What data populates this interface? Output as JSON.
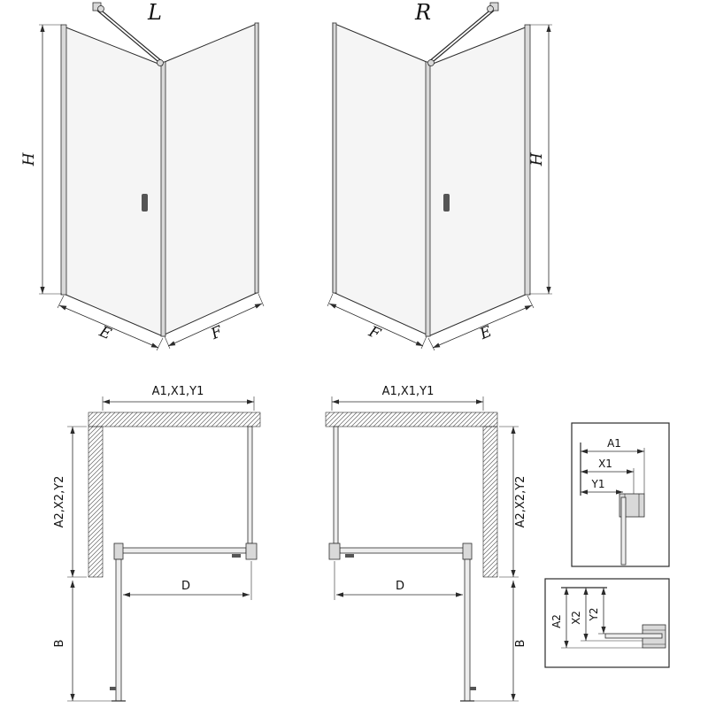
{
  "variants": {
    "left": "L",
    "right": "R"
  },
  "dims": {
    "height": "H",
    "door_panel": "E",
    "side_panel": "F",
    "width_combo": "A1,X1,Y1",
    "depth_combo": "A2,X2,Y2",
    "opening_width": "D",
    "door_projection": "B",
    "a1": "A1",
    "x1": "X1",
    "y1": "Y1",
    "a2": "A2",
    "x2": "X2",
    "y2": "Y2"
  },
  "colors": {
    "line": "#2b2b2b",
    "glass": "#f5f5f5",
    "profile": "#d9d9d9",
    "hatch": "#666666"
  }
}
